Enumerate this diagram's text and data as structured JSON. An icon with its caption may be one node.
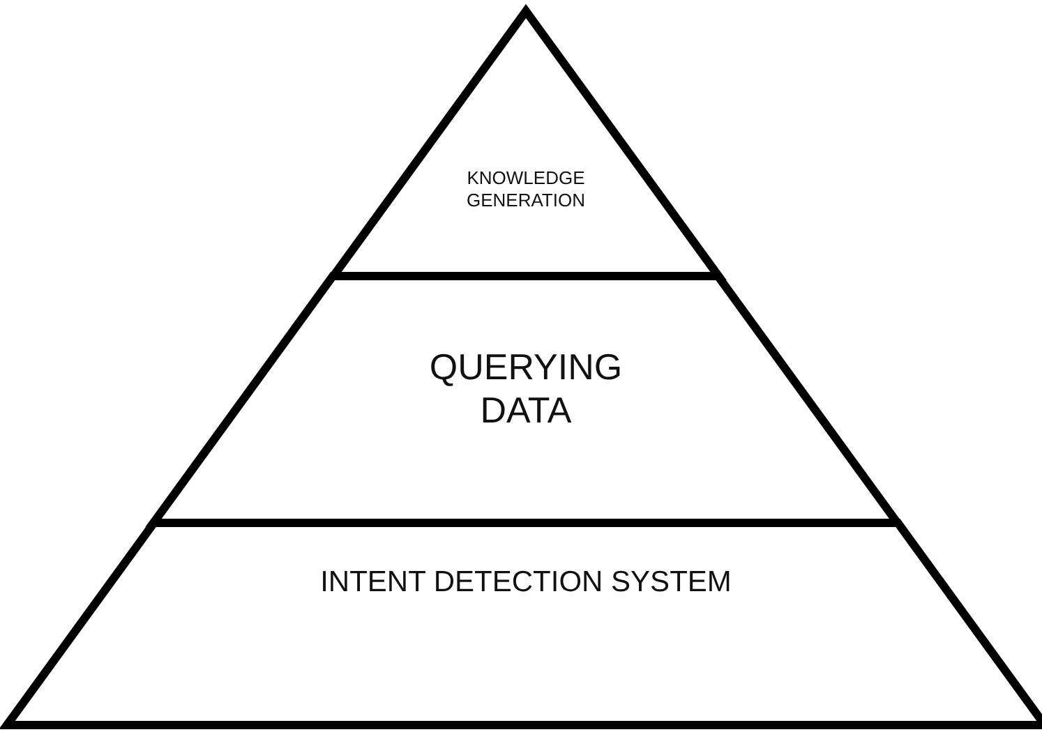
{
  "diagram": {
    "nodes": [
      {
        "text": [
          "KNOWLEDGE GENERATION"
        ]
      },
      {
        "text": [
          "QUERYING DATA"
        ]
      },
      {
        "text": [
          "INTENT DETECTION SYSTEM"
        ]
      }
    ]
  }
}
